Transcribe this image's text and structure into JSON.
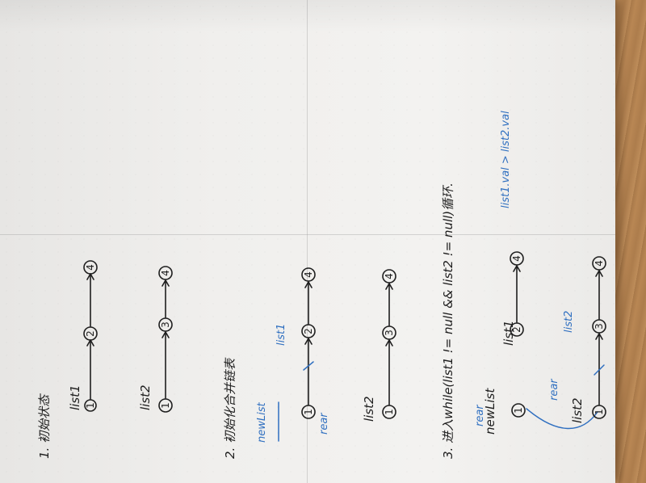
{
  "photo": {
    "subject": "handwritten-notes-on-paper",
    "colors": {
      "paper": "#f0efed",
      "ink": "#1e1e1e",
      "blue_ink": "#2f6fc0",
      "table": "#b88653"
    }
  },
  "step1": {
    "heading": "1. 初始状态",
    "list1_label": "list1",
    "list1_nodes": [
      "1",
      "2",
      "4"
    ],
    "list2_label": "list2",
    "list2_nodes": [
      "1",
      "3",
      "4"
    ]
  },
  "step2": {
    "heading": "2. 初始化合并链表",
    "newlist_label": "newList",
    "rear_label": "rear",
    "list1_label": "list1",
    "list1_nodes": [
      "1",
      "2",
      "4"
    ],
    "list2_label": "list2",
    "list2_nodes": [
      "1",
      "3",
      "4"
    ]
  },
  "step3": {
    "heading": "3. 进入while(list1 != null && list2 != null)循环.",
    "condition": "list1.val > list2.val",
    "rear_label": "rear",
    "newlist_label": "newList",
    "list1_label": "list1",
    "list1_nodes": [
      "2",
      "4"
    ],
    "list2_label": "list2",
    "list2_nodes": [
      "1",
      "3",
      "4"
    ],
    "merged_node": "1"
  }
}
